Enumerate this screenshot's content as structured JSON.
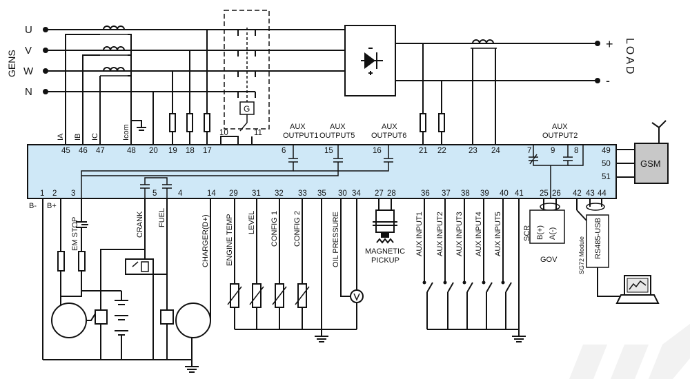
{
  "phases": {
    "u": "U",
    "v": "V",
    "w": "W",
    "n": "N"
  },
  "gens_label": "GENS",
  "load": {
    "label": "LOAD",
    "plus": "+",
    "minus": "-"
  },
  "breaker_label": "G",
  "ct_labels": {
    "ia": "IA",
    "ib": "IB",
    "ic": "IC",
    "icom": "Icom"
  },
  "top_pins": [
    "45",
    "46",
    "47",
    "48",
    "20",
    "19",
    "18",
    "17",
    "10",
    "11",
    "6",
    "15",
    "16",
    "21",
    "22",
    "23",
    "24",
    "7",
    "9",
    "8"
  ],
  "aux_outputs_top": {
    "out1": {
      "line1": "AUX",
      "line2": "OUTPUT1"
    },
    "out5": {
      "line1": "AUX",
      "line2": "OUTPUT5"
    },
    "out6": {
      "line1": "AUX",
      "line2": "OUTPUT6"
    },
    "out2": {
      "line1": "AUX",
      "line2": "OUTPUT2"
    }
  },
  "gsm": {
    "label": "GSM",
    "pins": [
      "49",
      "50",
      "51"
    ]
  },
  "bottom_pins": [
    "1",
    "2",
    "3",
    "5",
    "4",
    "14",
    "29",
    "31",
    "32",
    "33",
    "35",
    "30",
    "34",
    "27",
    "28",
    "36",
    "37",
    "38",
    "39",
    "40",
    "41",
    "25",
    "26",
    "42",
    "43",
    "44"
  ],
  "supply": {
    "neg": "B-",
    "pos": "B+"
  },
  "bottom_labels": {
    "em_stop": "EM STOP",
    "crank": "CRANK",
    "fuel": "FUEL",
    "charger": "CHARGER(D+)",
    "engine_temp": "ENGINE TEMP",
    "level": "LEVEL",
    "config1": "CONFIG 1",
    "config2": "CONFIG 2",
    "oil_pressure": "OIL PRESSURE",
    "magnetic_pickup_1": "MAGNETIC",
    "magnetic_pickup_2": "PICKUP",
    "aux_input1": "AUX INPUT1",
    "aux_input2": "AUX INPUT2",
    "aux_input3": "AUX INPUT3",
    "aux_input4": "AUX INPUT4",
    "aux_input5": "AUX INPUT5",
    "scr": "SCR",
    "b_plus": "B(+)",
    "a_minus": "A(-)",
    "gov": "GOV",
    "sg72": "SG72 Module",
    "rs485": "RS485-USB"
  },
  "colors": {
    "controller_fill": "#cfe8f7",
    "gsm_fill": "#c8c8c8",
    "wire": "#111111"
  }
}
